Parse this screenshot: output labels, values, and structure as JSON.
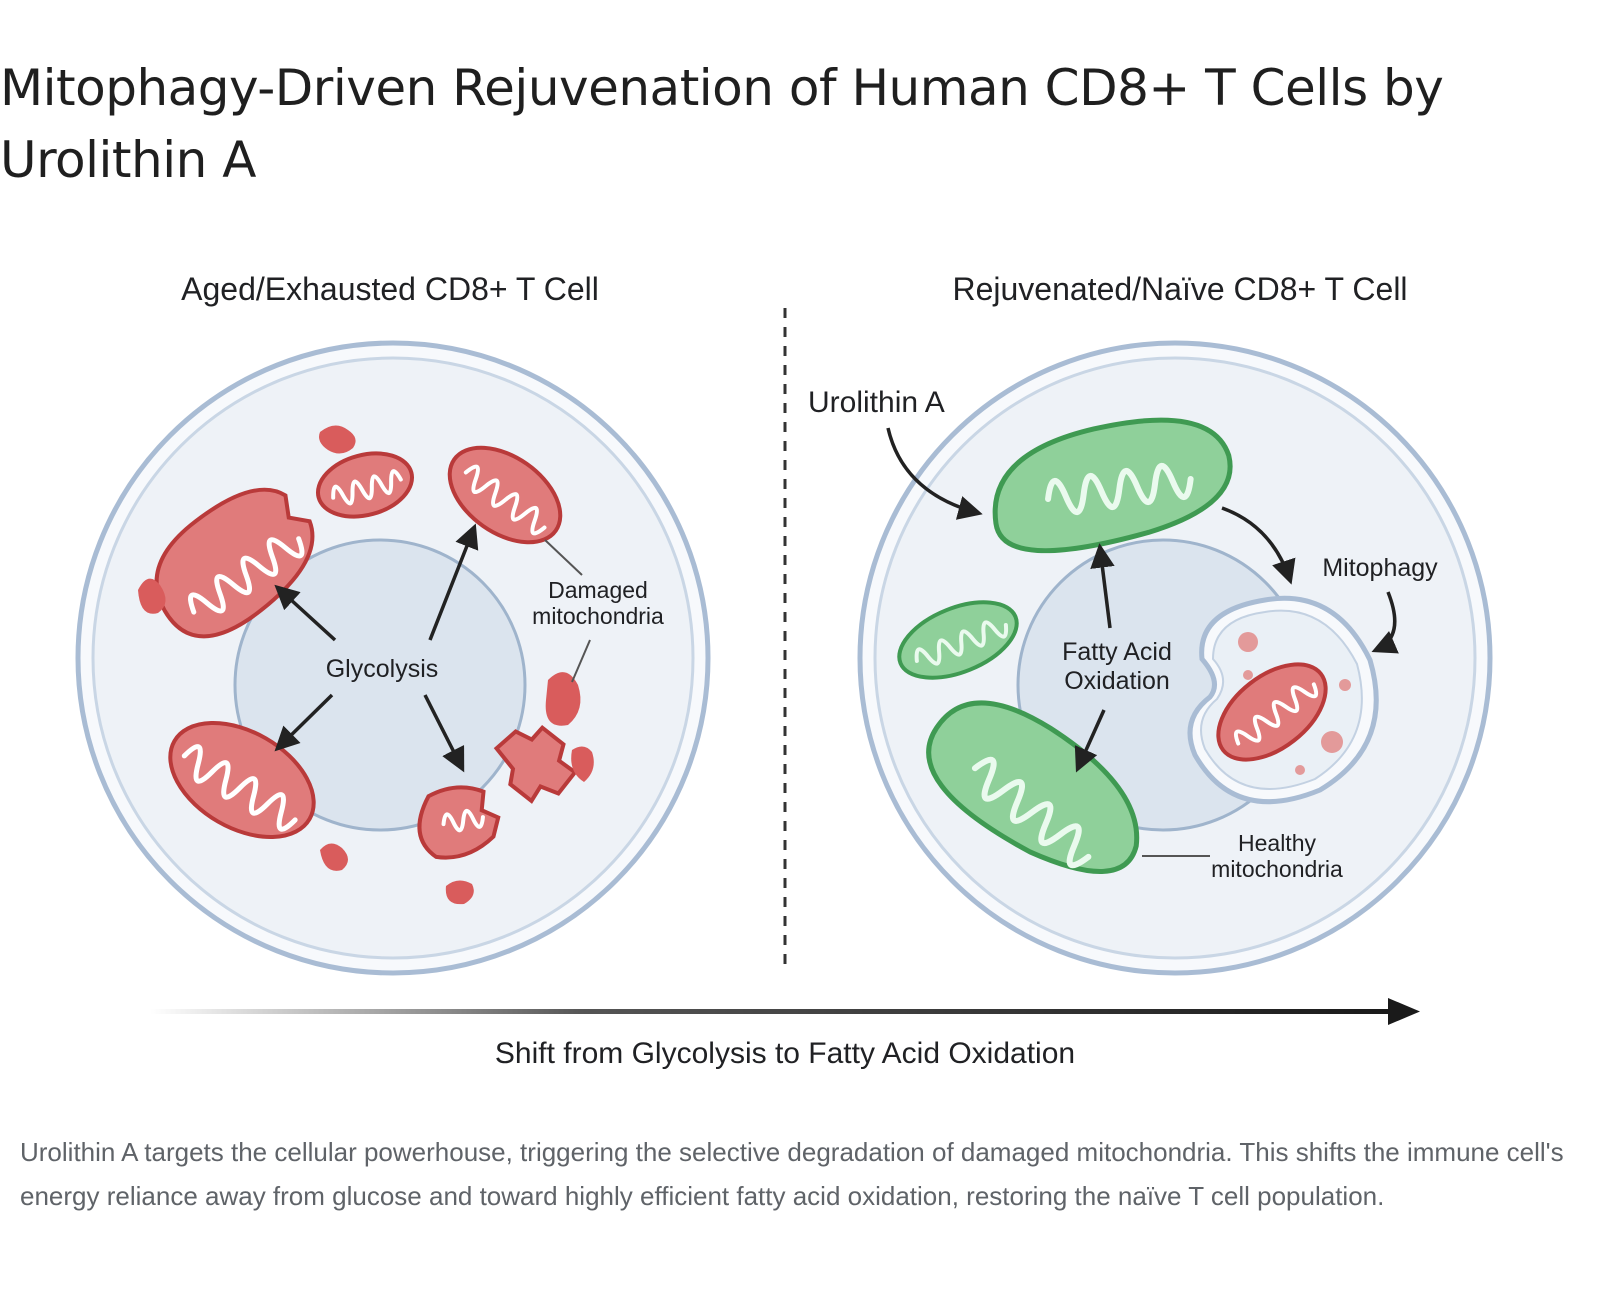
{
  "page": {
    "title": "Mitophagy-Driven Rejuvenation of Human CD8+ T Cells by Urolithin A",
    "caption": "Urolithin A targets the cellular powerhouse, triggering the selective degradation of damaged mitochondria. This shifts the immune cell's energy reliance away from glucose and toward highly efficient fatty acid oxidation, restoring the naïve T cell population."
  },
  "diagram": {
    "left_panel": {
      "heading": "Aged/Exhausted CD8+ T Cell",
      "center_label": "Glycolysis",
      "callout_line1": "Damaged",
      "callout_line2": "mitochondria"
    },
    "right_panel": {
      "heading": "Rejuvenated/Naïve CD8+ T Cell",
      "agent_label": "Urolithin A",
      "center_label_line1": "Fatty Acid",
      "center_label_line2": "Oxidation",
      "process_label": "Mitophagy",
      "callout_line1": "Healthy",
      "callout_line2": "mitochondria"
    },
    "shift_label": "Shift from Glycolysis to Fatty Acid Oxidation"
  },
  "colors": {
    "damaged_fill": "#e07b7b",
    "damaged_stroke": "#b93a3a",
    "healthy_fill": "#8fd09a",
    "healthy_stroke": "#3f9a52",
    "cell_membrane": "#a9bcd4",
    "cytoplasm": "#eef2f7",
    "nucleus": "#dbe4ee"
  }
}
